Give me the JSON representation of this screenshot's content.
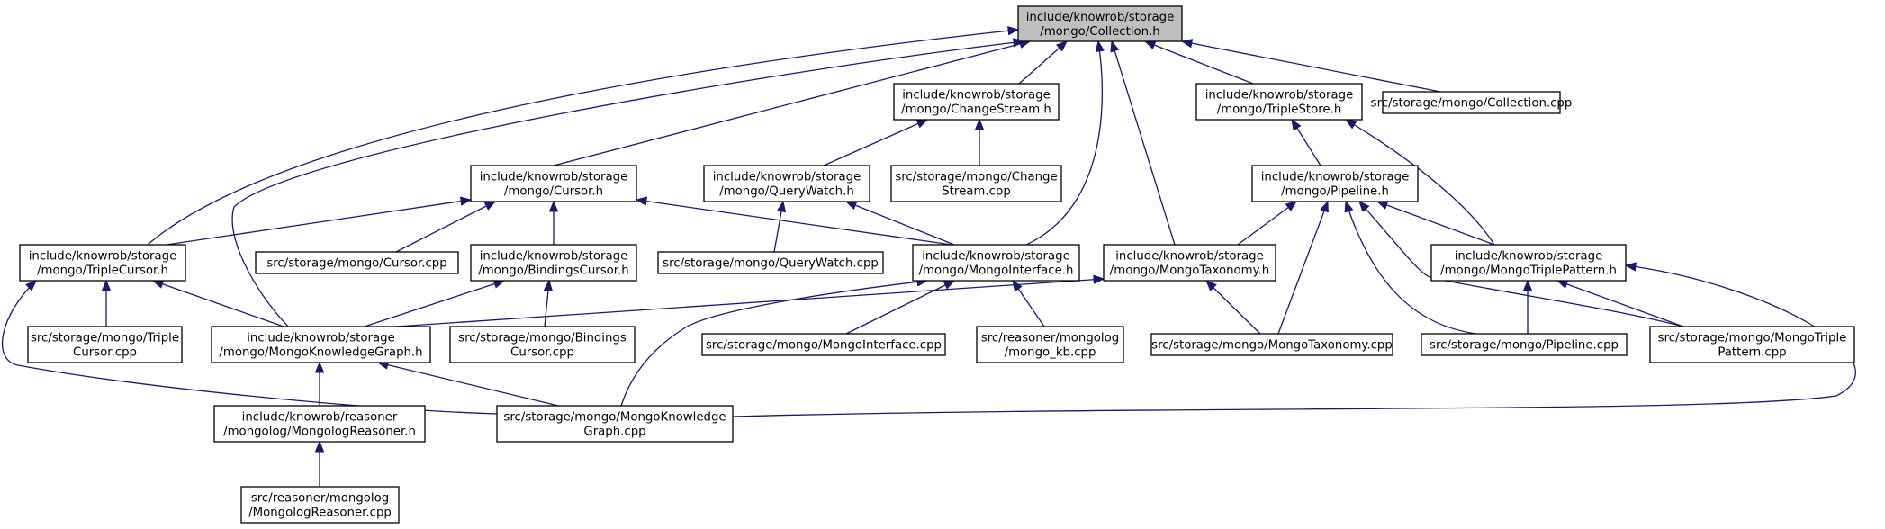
{
  "graph": {
    "root": "collection_h",
    "nodes": [
      {
        "id": "collection_h",
        "lines": [
          "include/knowrob/storage",
          "/mongo/Collection.h"
        ]
      },
      {
        "id": "changestream_h",
        "lines": [
          "include/knowrob/storage",
          "/mongo/ChangeStream.h"
        ]
      },
      {
        "id": "triplestore_h",
        "lines": [
          "include/knowrob/storage",
          "/mongo/TripleStore.h"
        ]
      },
      {
        "id": "collection_cpp",
        "lines": [
          "src/storage/mongo/Collection.cpp"
        ]
      },
      {
        "id": "cursor_h",
        "lines": [
          "include/knowrob/storage",
          "/mongo/Cursor.h"
        ]
      },
      {
        "id": "querywatch_h",
        "lines": [
          "include/knowrob/storage",
          "/mongo/QueryWatch.h"
        ]
      },
      {
        "id": "changestream_cpp",
        "lines": [
          "src/storage/mongo/Change",
          "Stream.cpp"
        ]
      },
      {
        "id": "pipeline_h",
        "lines": [
          "include/knowrob/storage",
          "/mongo/Pipeline.h"
        ]
      },
      {
        "id": "triplecursor_h",
        "lines": [
          "include/knowrob/storage",
          "/mongo/TripleCursor.h"
        ]
      },
      {
        "id": "cursor_cpp",
        "lines": [
          "src/storage/mongo/Cursor.cpp"
        ]
      },
      {
        "id": "bindingscursor_h",
        "lines": [
          "include/knowrob/storage",
          "/mongo/BindingsCursor.h"
        ]
      },
      {
        "id": "querywatch_cpp",
        "lines": [
          "src/storage/mongo/QueryWatch.cpp"
        ]
      },
      {
        "id": "mongointerface_h",
        "lines": [
          "include/knowrob/storage",
          "/mongo/MongoInterface.h"
        ]
      },
      {
        "id": "mongotaxonomy_h",
        "lines": [
          "include/knowrob/storage",
          "/mongo/MongoTaxonomy.h"
        ]
      },
      {
        "id": "mongotriplepattern_h",
        "lines": [
          "include/knowrob/storage",
          "/mongo/MongoTriplePattern.h"
        ]
      },
      {
        "id": "triplecursor_cpp",
        "lines": [
          "src/storage/mongo/Triple",
          "Cursor.cpp"
        ]
      },
      {
        "id": "mongoknowledgegraph_h",
        "lines": [
          "include/knowrob/storage",
          "/mongo/MongoKnowledgeGraph.h"
        ]
      },
      {
        "id": "bindingscursor_cpp",
        "lines": [
          "src/storage/mongo/Bindings",
          "Cursor.cpp"
        ]
      },
      {
        "id": "mongointerface_cpp",
        "lines": [
          "src/storage/mongo/MongoInterface.cpp"
        ]
      },
      {
        "id": "mongo_kb_cpp",
        "lines": [
          "src/reasoner/mongolog",
          "/mongo_kb.cpp"
        ]
      },
      {
        "id": "mongotaxonomy_cpp",
        "lines": [
          "src/storage/mongo/MongoTaxonomy.cpp"
        ]
      },
      {
        "id": "pipeline_cpp",
        "lines": [
          "src/storage/mongo/Pipeline.cpp"
        ]
      },
      {
        "id": "mongotriplepattern_cpp",
        "lines": [
          "src/storage/mongo/MongoTriple",
          "Pattern.cpp"
        ]
      },
      {
        "id": "mongologreasoner_h",
        "lines": [
          "include/knowrob/reasoner",
          "/mongolog/MongologReasoner.h"
        ]
      },
      {
        "id": "mongoknowledgegraph_cpp",
        "lines": [
          "src/storage/mongo/MongoKnowledge",
          "Graph.cpp"
        ]
      },
      {
        "id": "mongologreasoner_cpp",
        "lines": [
          "src/reasoner/mongolog",
          "/MongologReasoner.cpp"
        ]
      }
    ],
    "edges": [
      [
        "collection_h",
        "changestream_h"
      ],
      [
        "collection_h",
        "triplestore_h"
      ],
      [
        "collection_h",
        "collection_cpp"
      ],
      [
        "collection_h",
        "cursor_h"
      ],
      [
        "collection_h",
        "triplecursor_h"
      ],
      [
        "collection_h",
        "mongoknowledgegraph_h"
      ],
      [
        "collection_h",
        "mongointerface_h"
      ],
      [
        "collection_h",
        "mongotaxonomy_h"
      ],
      [
        "changestream_h",
        "querywatch_h"
      ],
      [
        "changestream_h",
        "changestream_cpp"
      ],
      [
        "triplestore_h",
        "pipeline_h"
      ],
      [
        "triplestore_h",
        "mongotriplepattern_h"
      ],
      [
        "cursor_h",
        "triplecursor_h"
      ],
      [
        "cursor_h",
        "cursor_cpp"
      ],
      [
        "cursor_h",
        "bindingscursor_h"
      ],
      [
        "cursor_h",
        "mongointerface_h"
      ],
      [
        "querywatch_h",
        "querywatch_cpp"
      ],
      [
        "querywatch_h",
        "mongointerface_h"
      ],
      [
        "pipeline_h",
        "mongotaxonomy_h"
      ],
      [
        "pipeline_h",
        "mongotaxonomy_cpp"
      ],
      [
        "pipeline_h",
        "pipeline_cpp"
      ],
      [
        "pipeline_h",
        "mongotriplepattern_h"
      ],
      [
        "pipeline_h",
        "mongotriplepattern_cpp"
      ],
      [
        "triplecursor_h",
        "triplecursor_cpp"
      ],
      [
        "triplecursor_h",
        "mongoknowledgegraph_h"
      ],
      [
        "triplecursor_h",
        "mongoknowledgegraph_cpp"
      ],
      [
        "bindingscursor_h",
        "mongoknowledgegraph_h"
      ],
      [
        "bindingscursor_h",
        "bindingscursor_cpp"
      ],
      [
        "mongointerface_h",
        "mongointerface_cpp"
      ],
      [
        "mongointerface_h",
        "mongo_kb_cpp"
      ],
      [
        "mongointerface_h",
        "mongoknowledgegraph_cpp"
      ],
      [
        "mongotaxonomy_h",
        "mongoknowledgegraph_h"
      ],
      [
        "mongotaxonomy_h",
        "mongotaxonomy_cpp"
      ],
      [
        "mongotriplepattern_h",
        "pipeline_cpp"
      ],
      [
        "mongotriplepattern_h",
        "mongotriplepattern_cpp"
      ],
      [
        "mongotriplepattern_h",
        "mongoknowledgegraph_cpp"
      ],
      [
        "mongoknowledgegraph_h",
        "mongologreasoner_h"
      ],
      [
        "mongoknowledgegraph_h",
        "mongoknowledgegraph_cpp"
      ],
      [
        "mongologreasoner_h",
        "mongologreasoner_cpp"
      ]
    ],
    "colors": {
      "edge": "#191970",
      "root_fill": "#bfbfbf",
      "node_fill": "#ffffff",
      "node_border": "#000000"
    }
  }
}
